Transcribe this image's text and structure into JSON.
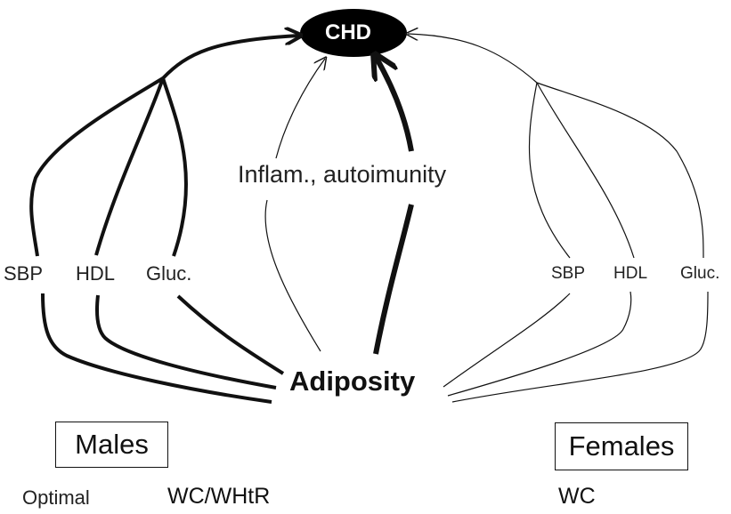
{
  "diagram": {
    "outcome": "CHD",
    "mediators_male": [
      "SBP",
      "HDL",
      "Gluc."
    ],
    "mediators_female": [
      "SBP",
      "HDL",
      "Gluc."
    ],
    "central_mediator": "Inflam., autoimunity",
    "exposure": "Adiposity",
    "groups": {
      "male": {
        "label": "Males",
        "optimal_label": "Optimal",
        "optimal_value": "WC/WHtR"
      },
      "female": {
        "label": "Females",
        "optimal_value": "WC"
      }
    },
    "colors": {
      "ink": "#111111",
      "node_fill": "#000000",
      "node_text": "#ffffff"
    }
  }
}
